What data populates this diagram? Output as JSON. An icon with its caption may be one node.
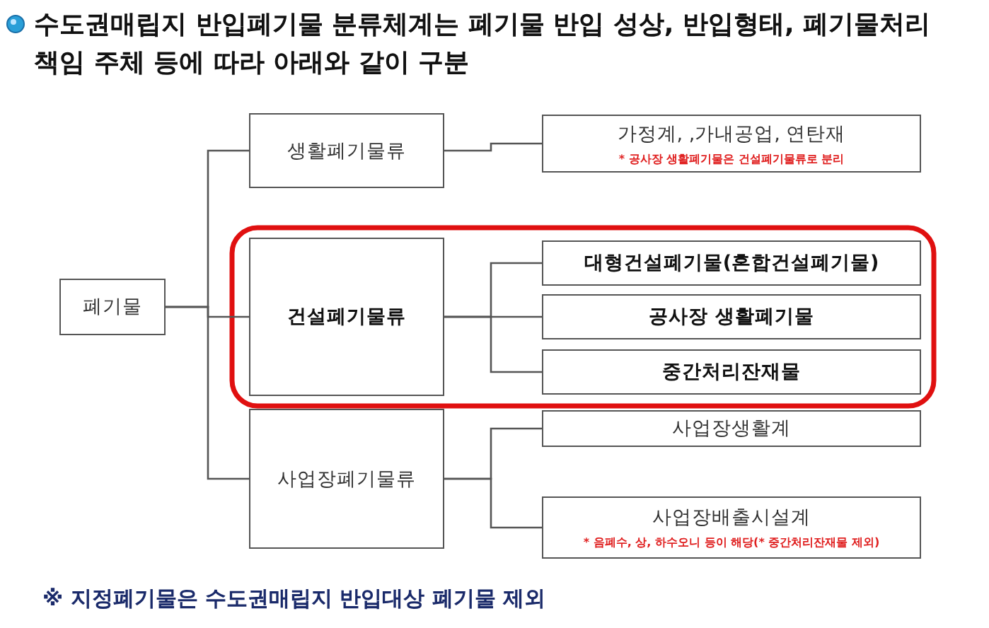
{
  "diagram": {
    "title": "수도권매립지 반입폐기물 분류체계는 폐기물 반입 성상, 반입형태, 폐기물처리 책임 주체 등에 따라 아래와 같이 구분",
    "nodes": [
      {
        "text": [
          "폐기물"
        ]
      },
      {
        "text": [
          "생활폐기물류"
        ]
      },
      {
        "text": [
          "건설폐기물류"
        ]
      },
      {
        "text": [
          "사업장폐기물류"
        ]
      },
      {
        "text": [
          "가정계, ,가내공업, 연탄재",
          "* 공사장 생활폐기물은 건설폐기물류로 분리"
        ]
      },
      {
        "text": [
          "대형건설폐기물(혼합건설폐기물)"
        ]
      },
      {
        "text": [
          "공사장 생활폐기물"
        ]
      },
      {
        "text": [
          "중간처리잔재물"
        ]
      },
      {
        "text": [
          "사업장생활계"
        ]
      },
      {
        "text": [
          "사업장배출시설계",
          "* 음폐수, 상, 하수오니 등이 해당(* 중간처리잔재물 제외)"
        ]
      }
    ],
    "edges": [
      {
        "from": 0,
        "to": 1,
        "arrow": "none"
      },
      {
        "from": 0,
        "to": 2,
        "arrow": "none"
      },
      {
        "from": 0,
        "to": 3,
        "arrow": "none"
      },
      {
        "from": 1,
        "to": 4,
        "arrow": "none"
      },
      {
        "from": 2,
        "to": 5,
        "arrow": "none"
      },
      {
        "from": 2,
        "to": 6,
        "arrow": "none"
      },
      {
        "from": 2,
        "to": 7,
        "arrow": "none"
      },
      {
        "from": 3,
        "to": 8,
        "arrow": "none"
      },
      {
        "from": 3,
        "to": 9,
        "arrow": "none"
      }
    ],
    "labels": [
      "※ 지정폐기물은 수도권매립지 반입대상 폐기물 제외"
    ]
  }
}
